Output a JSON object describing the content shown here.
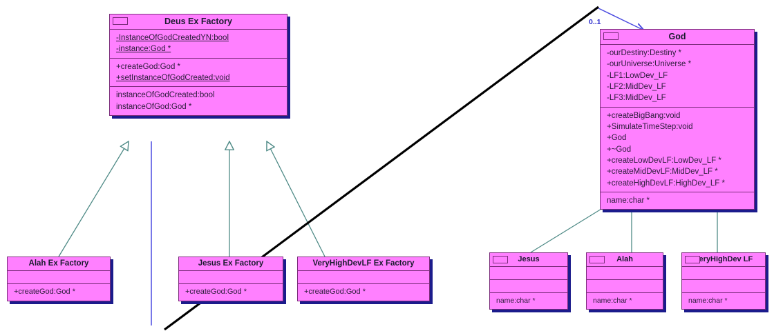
{
  "diagram": {
    "kind": "uml-class-diagram",
    "palette": {
      "class_fill": "#FF80FF",
      "class_border": "#7B2D7B",
      "class_shadow": "#1B1B8C",
      "generalization": "#4E8A86",
      "association": "#4A4AE0",
      "annotation": "#000000",
      "text": "#2B1B3A",
      "background": "#FFFFFF"
    },
    "multiplicity_label": "0..1"
  },
  "classes": {
    "deus": {
      "name": "Deus Ex Factory",
      "attributes": [
        "-InstanceOfGodCreatedYN:bool",
        "-instance:God *"
      ],
      "operations": [
        "+createGod:God *",
        "+setInstanceOfGodCreated:void"
      ],
      "extras": [
        "instanceOfGodCreated:bool",
        "instanceOfGod:God *"
      ]
    },
    "god": {
      "name": "God",
      "attributes": [
        "-ourDestiny:Destiny *",
        "-ourUniverse:Universe *",
        "-LF1:LowDev_LF",
        "-LF2:MidDev_LF",
        "-LF3:MidDev_LF"
      ],
      "operations": [
        "+createBigBang:void",
        "+SimulateTimeStep:void",
        "+God",
        "+~God",
        "+createLowDevLF:LowDev_LF *",
        "+createMidDevLF:MidDev_LF *",
        "+createHighDevLF:HighDev_LF *"
      ],
      "extras": [
        "name:char *"
      ]
    },
    "alah_factory": {
      "name": "Alah Ex Factory",
      "attributes": [],
      "operations": [
        "+createGod:God *"
      ]
    },
    "jesus_factory": {
      "name": "Jesus Ex Factory",
      "attributes": [],
      "operations": [
        "+createGod:God *"
      ]
    },
    "veryhighdevlf_factory": {
      "name": "VeryHighDevLF Ex Factory",
      "attributes": [],
      "operations": [
        "+createGod:God *"
      ]
    },
    "jesus": {
      "name": "Jesus",
      "attributes": [],
      "operations": [],
      "extras": [
        "name:char *"
      ]
    },
    "alah": {
      "name": "Alah",
      "attributes": [],
      "operations": [],
      "extras": [
        "name:char *"
      ]
    },
    "veryhighdev_lf": {
      "name": "VeryHighDev LF",
      "attributes": [],
      "operations": [],
      "extras": [
        "name:char *"
      ]
    }
  },
  "relationships": [
    {
      "type": "generalization",
      "from": "Alah Ex Factory",
      "to": "Deus Ex Factory"
    },
    {
      "type": "generalization",
      "from": "Jesus Ex Factory",
      "to": "Deus Ex Factory"
    },
    {
      "type": "generalization",
      "from": "VeryHighDevLF Ex Factory",
      "to": "Deus Ex Factory"
    },
    {
      "type": "generalization",
      "from": "Jesus",
      "to": "God"
    },
    {
      "type": "generalization",
      "from": "Alah",
      "to": "God"
    },
    {
      "type": "generalization",
      "from": "VeryHighDev LF",
      "to": "God"
    },
    {
      "type": "association",
      "from": "Deus Ex Factory",
      "to": "God",
      "multiplicity": "0..1"
    }
  ]
}
